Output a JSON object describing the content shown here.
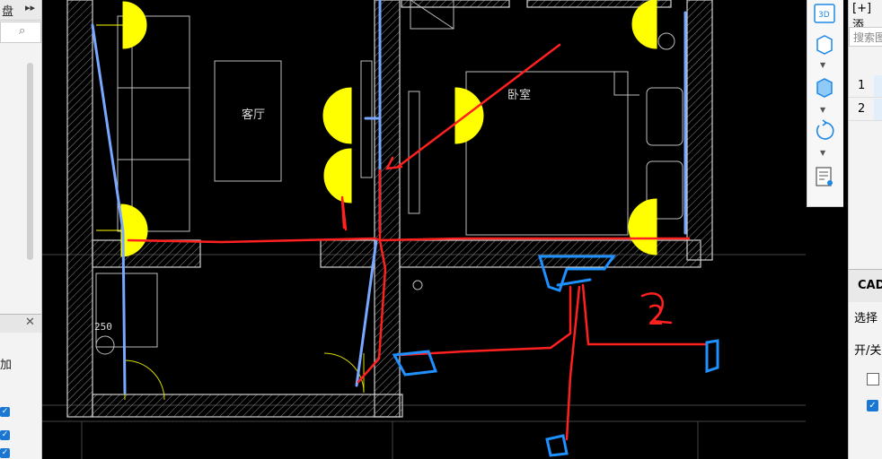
{
  "left_panel": {
    "header_label": "盘",
    "expand_glyph": "▸▸",
    "search_icon": "⌕",
    "sub_close": "✕",
    "sub_label": "加",
    "check_glyph": "✓"
  },
  "toolbar": {
    "tools": [
      {
        "name": "view-3d-icon",
        "label": "3D"
      },
      {
        "name": "cube-outline-icon",
        "label": ""
      },
      {
        "name": "cube-filled-icon",
        "label": ""
      },
      {
        "name": "rotate-icon",
        "label": ""
      },
      {
        "name": "list-view-icon",
        "label": ""
      }
    ],
    "dropdown_glyph": "▼"
  },
  "right_panel": {
    "tab_label": "[+] 添",
    "search_placeholder": "搜索图",
    "rows": [
      {
        "num": "1"
      },
      {
        "num": "2"
      }
    ],
    "section_title": "CAD",
    "select_label": "选择",
    "toggle_label": "开/关",
    "check_glyph": "✓"
  },
  "drawing": {
    "room_labels": {
      "living_room": "客厅",
      "bedroom": "卧室"
    },
    "dimension_label": "250",
    "annotations": {
      "mark_1": "1",
      "mark_2": "2"
    },
    "colors": {
      "background": "#000000",
      "wall": "#d0d0d0",
      "hatch": "#8a8a8a",
      "lamp": "#ffff00",
      "blue_line": "#7aa7ff",
      "red_line": "#ff2020",
      "blue_marker": "#1e90ff"
    }
  }
}
